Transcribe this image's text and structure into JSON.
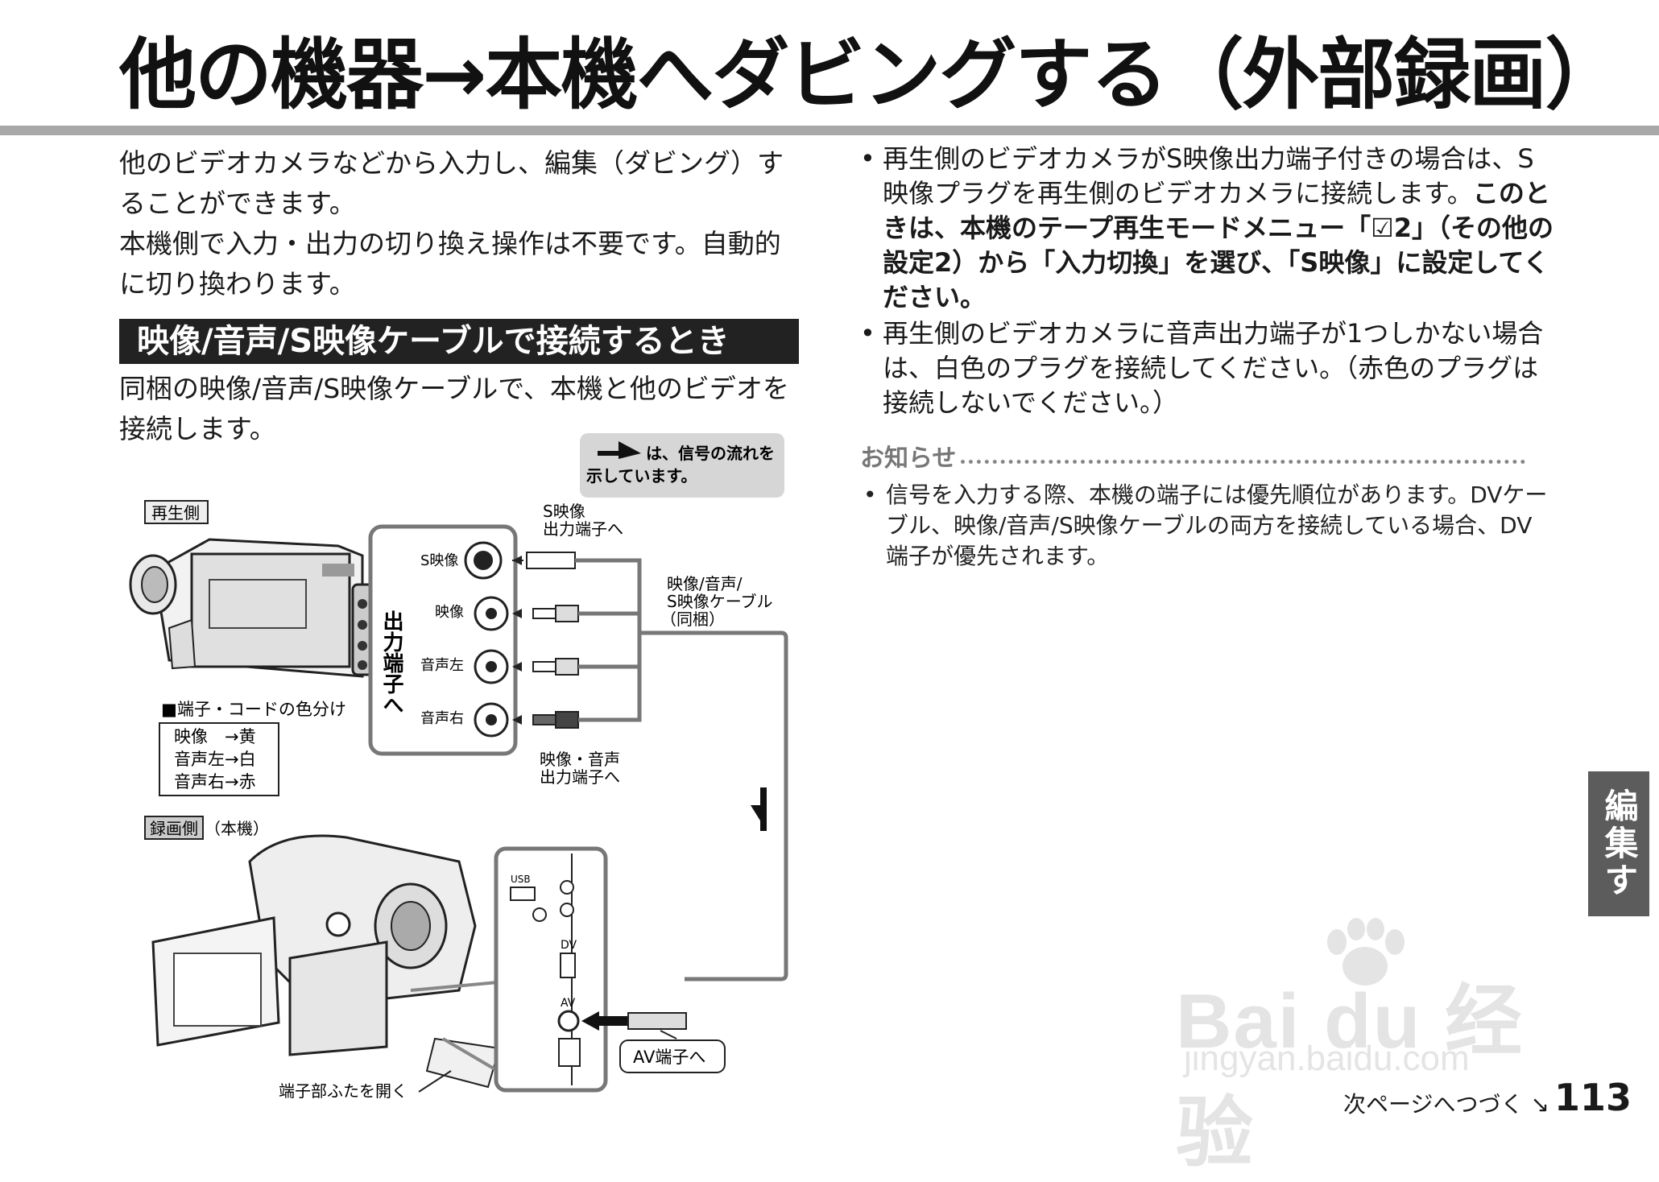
{
  "page": {
    "title": "他の機器→本機へダビングする（外部録画）",
    "number": "113",
    "next_page": "次ページへつづく",
    "side_tab": "編集する"
  },
  "intro": {
    "p1": "他のビデオカメラなどから入力し、編集（ダビング）することができます。",
    "p2": "本機側で入力・出力の切り換え操作は不要です。自動的に切り換わります。"
  },
  "section": {
    "heading": "映像/音声/S映像ケーブルで接続するとき",
    "text": "同梱の映像/音声/S映像ケーブルで、本機と他のビデオを接続します。"
  },
  "diagram": {
    "legend_line1": "は、信号の流れを",
    "legend_line2": "示しています。",
    "playback_label": "再生側",
    "recording_label": "録画側",
    "recording_sub": "（本機）",
    "output_terminal_vertical": "出力端子へ",
    "jack_s_video": "S映像",
    "jack_video": "映像",
    "jack_audio_left": "音声左",
    "jack_audio_right": "音声右",
    "s_video_out_line1": "S映像",
    "s_video_out_line2": "出力端子へ",
    "cable_line1": "映像/音声/",
    "cable_line2": "S映像ケーブル",
    "cable_line3": "（同梱）",
    "av_out_line1": "映像・音声",
    "av_out_line2": "出力端子へ",
    "color_title": "■端子・コードの色分け",
    "color_row1": "映像　→黄",
    "color_row2": "音声左→白",
    "color_row3": "音声右→赤",
    "panel_usb": "USB",
    "panel_dv": "DV",
    "panel_av": "AV",
    "av_terminal": "AV端子へ",
    "cover_open": "端子部ふたを開く"
  },
  "right": {
    "bullet1_normal": "再生側のビデオカメラがS映像出力端子付きの場合は、S映像プラグを再生側のビデオカメラに接続します。",
    "bullet1_bold": "このときは、本機のテープ再生モードメニュー「☑2」（その他の設定2）から「入力切換」を選び、「S映像」に設定してください。",
    "bullet2": "再生側のビデオカメラに音声出力端子が1つしかない場合は、白色のプラグを接続してください。（赤色のプラグは接続しないでください。）",
    "notice_heading": "お知らせ",
    "notice_text": "信号を入力する際、本機の端子には優先順位があります。DVケーブル、映像/音声/S映像ケーブルの両方を接続している場合、DV端子が優先されます。"
  },
  "watermark": {
    "main": "Bai du 经验",
    "sub": "jingyan.baidu.com"
  }
}
